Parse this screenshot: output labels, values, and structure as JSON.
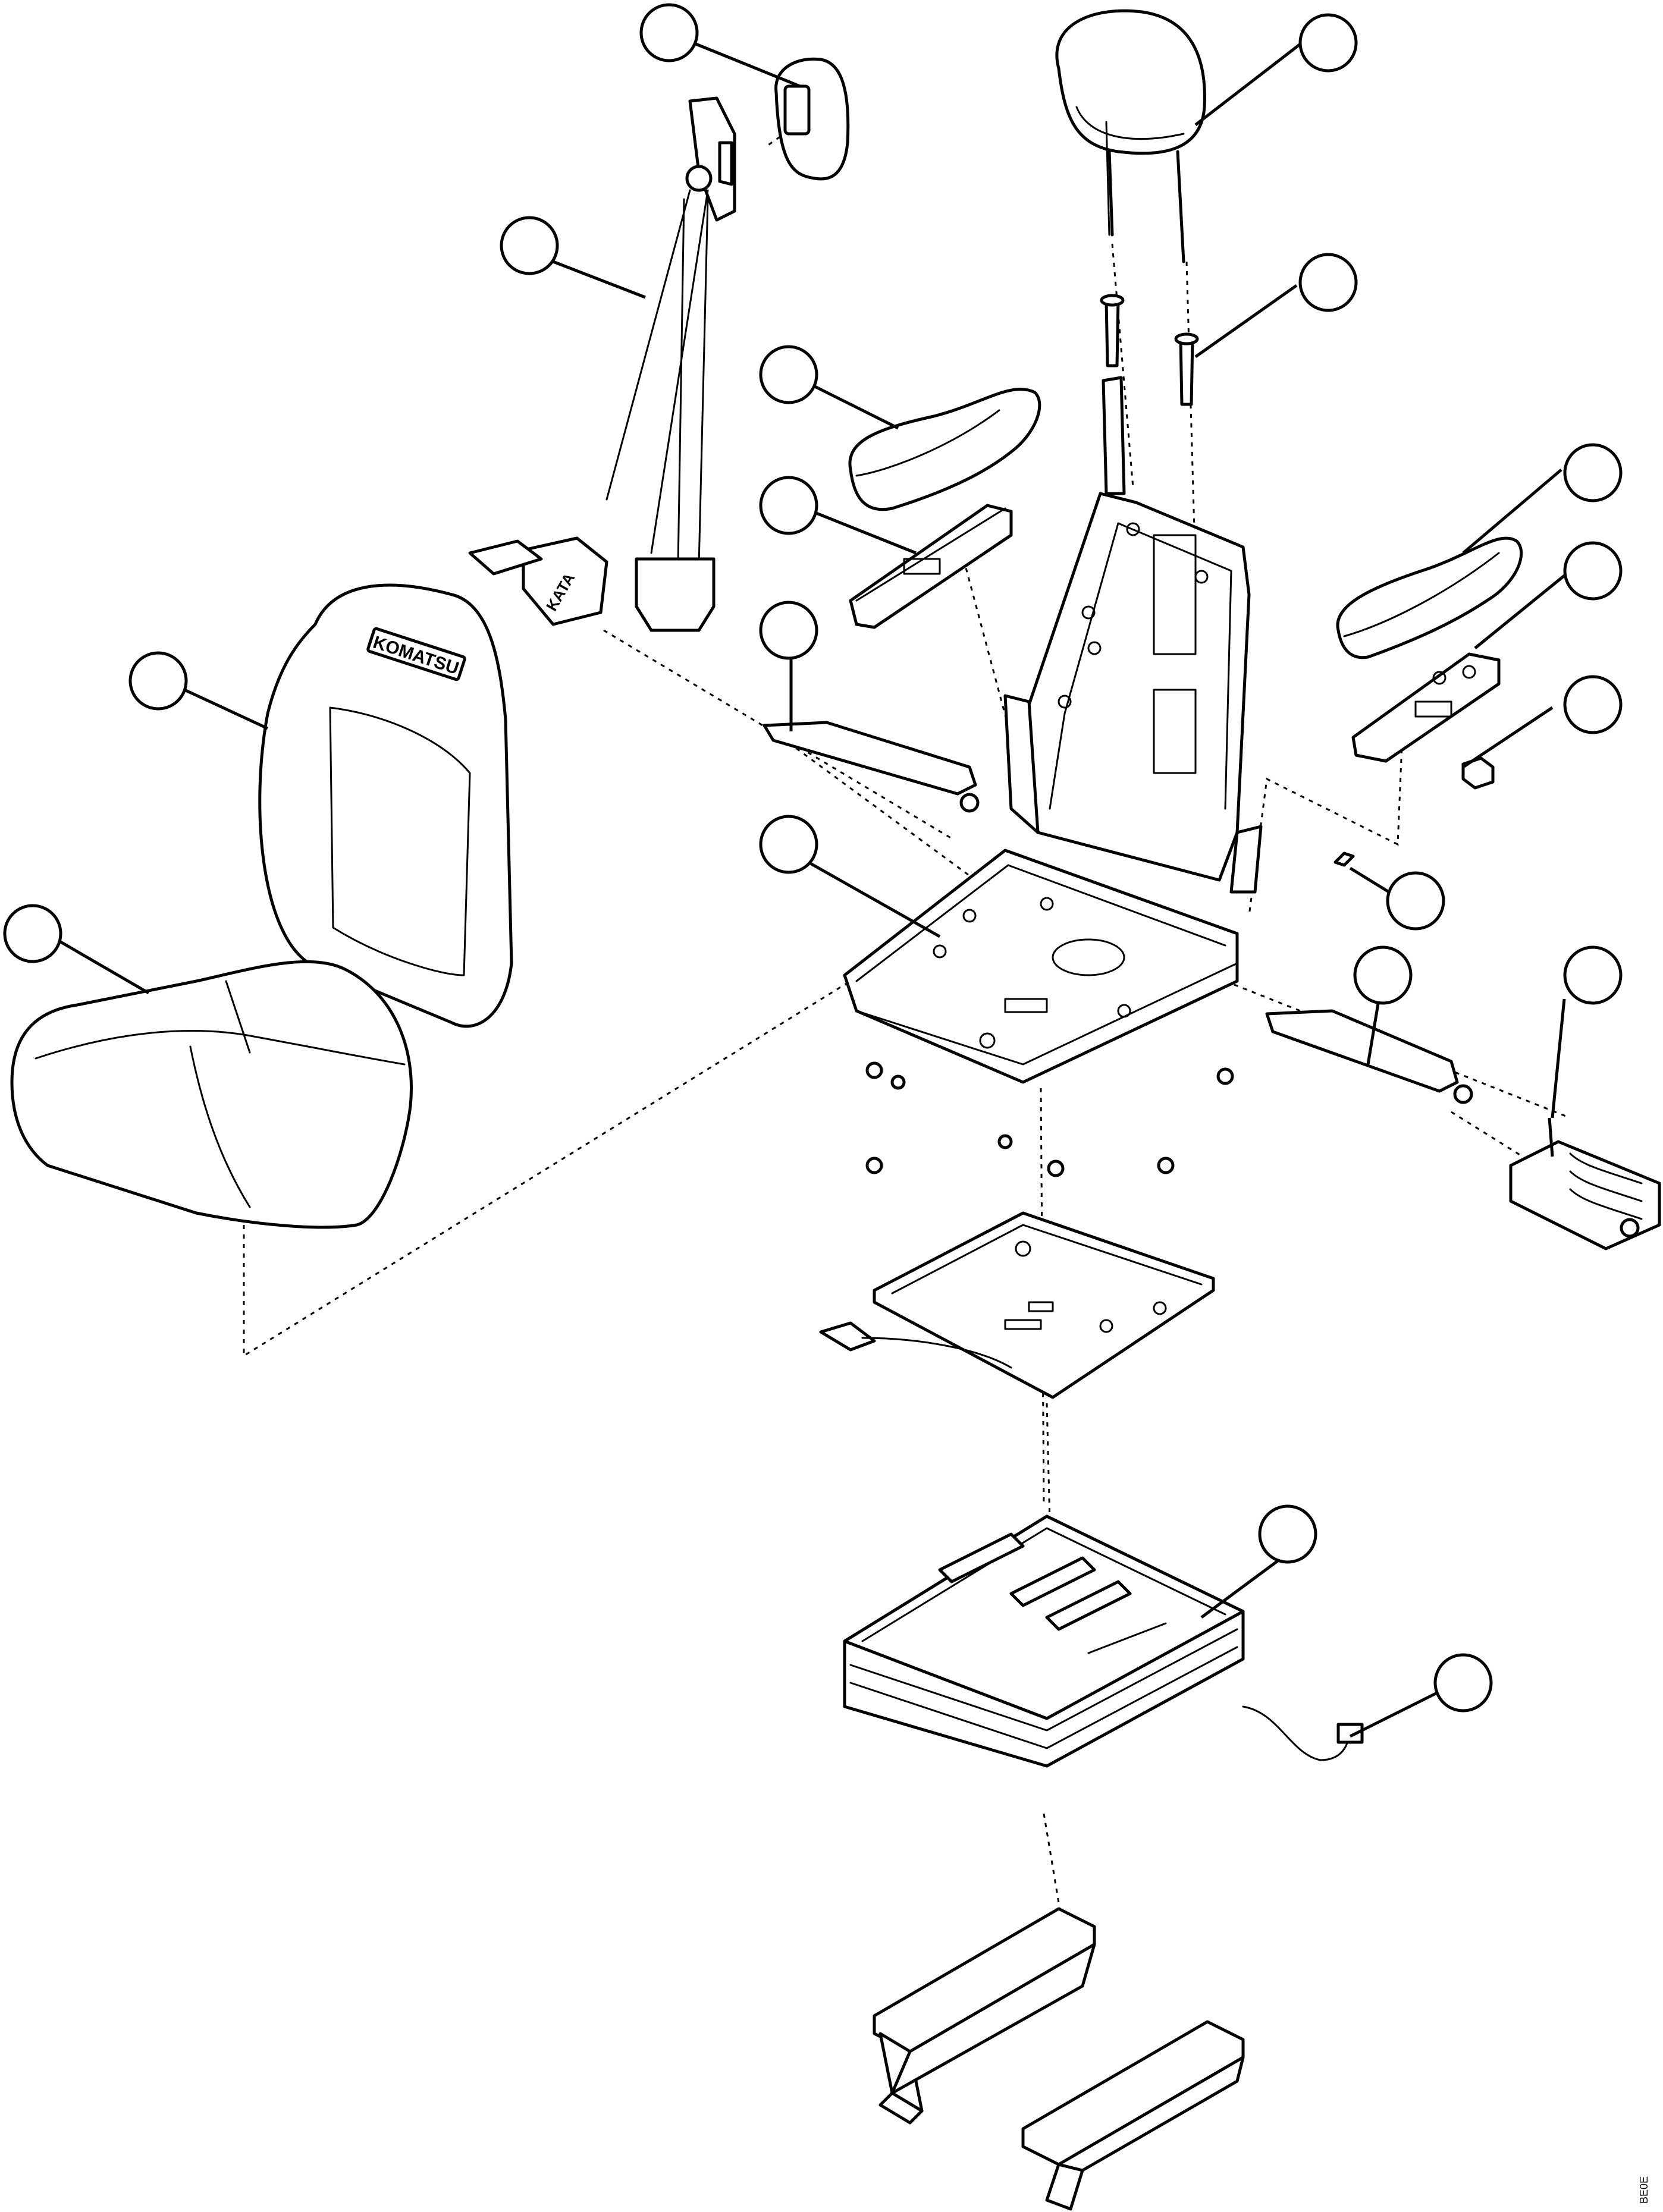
{
  "diagram": {
    "brand_label": "KOMATSU",
    "buckle_label": "KATA",
    "drawing_ref": "BE0E",
    "callouts": [
      "",
      "",
      "",
      "",
      "",
      "",
      "",
      "",
      "",
      "",
      "",
      "",
      "",
      "",
      "",
      "",
      "",
      "",
      ""
    ]
  }
}
